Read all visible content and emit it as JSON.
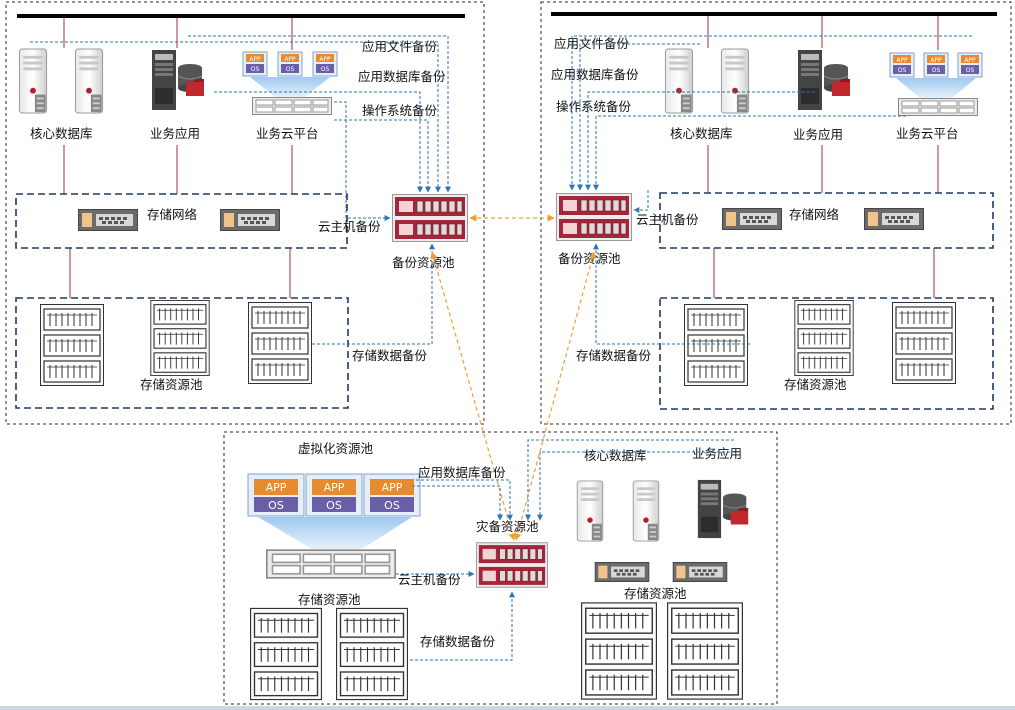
{
  "left_site": {
    "core_db": "核心数据库",
    "biz_app": "业务应用",
    "cloud_platform": "业务云平台",
    "storage_net": "存储网络",
    "storage_pool": "存储资源池",
    "backup_pool": "备份资源池",
    "app_file_backup": "应用文件备份",
    "app_db_backup": "应用数据库备份",
    "os_backup": "操作系统备份",
    "vm_backup": "云主机备份",
    "storage_data_backup": "存储数据备份"
  },
  "right_site": {
    "core_db": "核心数据库",
    "biz_app": "业务应用",
    "cloud_platform": "业务云平台",
    "storage_net": "存储网络",
    "storage_pool": "存储资源池",
    "backup_pool": "备份资源池",
    "app_file_backup": "应用文件备份",
    "app_db_backup": "应用数据库备份",
    "os_backup": "操作系统备份",
    "vm_backup": "云主机备份",
    "storage_data_backup": "存储数据备份"
  },
  "dr_site": {
    "virt_pool": "虚拟化资源池",
    "app_db_backup": "应用数据库备份",
    "core_db": "核心数据库",
    "biz_app": "业务应用",
    "dr_pool": "灾备资源池",
    "vm_backup": "云主机备份",
    "storage_pool_left": "存储资源池",
    "storage_pool_right": "存储资源池",
    "storage_data_backup": "存储数据备份"
  },
  "vm_labels": {
    "app": "APP",
    "os": "OS"
  },
  "colors": {
    "dashed_box": "#2a2a2a",
    "inner_box": "#1f3864",
    "blue_flow": "#2e75b6",
    "orange_flow": "#f0a030",
    "red_line": "#a0303c",
    "device_red": "#a3263a",
    "app_orange": "#e88a2e",
    "os_purple": "#6a5fa6"
  }
}
